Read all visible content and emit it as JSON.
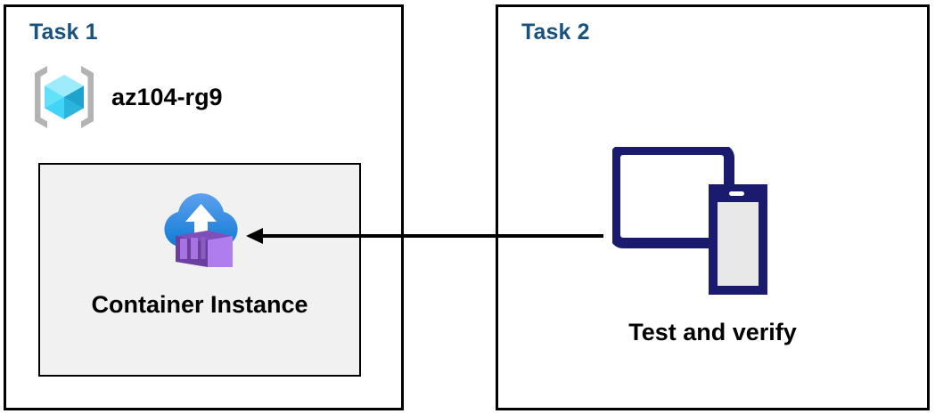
{
  "diagram": {
    "title_color": "#18537F",
    "arrow_color": "#000000"
  },
  "panels": [
    {
      "id": "task1",
      "title": "Task 1",
      "resource_group": {
        "icon": "azure-resource-group-icon",
        "label": "az104-rg9"
      },
      "resource": {
        "icon": "azure-container-instance-icon",
        "label": "Container Instance",
        "box_fill": "#F1F1F1"
      }
    },
    {
      "id": "task2",
      "title": "Task 2",
      "resource": {
        "icon": "devices-tablet-phone-icon",
        "label": "Test and verify",
        "icon_color": "#1A1A6E"
      }
    }
  ],
  "connector": {
    "name": "arrow-task2-to-container-instance",
    "direction": "right-to-left",
    "from": "Test and verify",
    "to": "Container Instance"
  }
}
